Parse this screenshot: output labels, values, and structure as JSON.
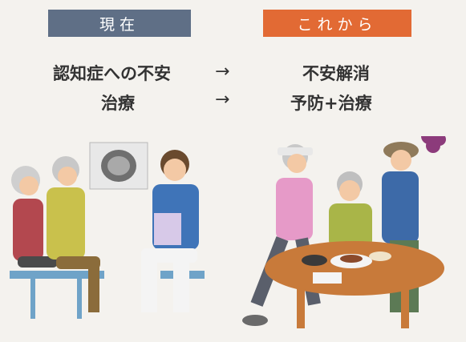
{
  "header": {
    "now_label": "現在",
    "future_label": "これから"
  },
  "rows": [
    {
      "before": "認知症への不安",
      "after": "不安解消"
    },
    {
      "before": "治療",
      "after": "予防+治療"
    }
  ],
  "arrow_glyph": "→",
  "colors": {
    "now_tag": "#5f6f86",
    "future_tag": "#e26a34",
    "background": "#f4f2ee"
  }
}
